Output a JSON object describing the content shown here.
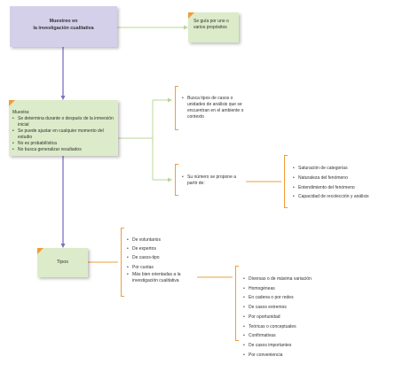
{
  "diagram": {
    "title": "Muestreo en\nla investigación cualitativa",
    "guia": "Se guía por uno o\nvarios propósitos",
    "muestra": {
      "heading": "Muestra:",
      "items": [
        "Se determina durante o después de la inmersión inicial",
        "Se puede ajustar en cualquier momento del estudio",
        "No es probabilística",
        "No busca generalizar resultados"
      ]
    },
    "busca": "Busca tipos de casos o unidades de análisis que se encuentran en el ambiente o contexto",
    "numero": "Su número se propone a partir de:",
    "capacidad_items": [
      "Saturación de categorías",
      "Naturaleza del fenómeno",
      "Entendimiento del fenómeno",
      "Capacidad de recolección y análisis"
    ],
    "tipos": "Tipos",
    "tipos_items": [
      "De voluntarios",
      "De expertos",
      "De casos-tipo",
      "Por cuotas",
      "Más bien orientadas a la investigación cualitativa"
    ],
    "orientadas_items": [
      "Diversas o de máxima variación",
      "Homogéneas",
      "En cadena o por redes",
      "De casos extremos",
      "Por oportunidad",
      "Teóricas o conceptuales",
      "Confirmativas",
      "De casos importantes",
      "Por conveniencia"
    ],
    "colors": {
      "accent": "#f29c38",
      "purple_box": "#d4d0ea",
      "green_box": "#dcebc9",
      "purple_line": "#7e6fbf",
      "green_line": "#b9d797"
    }
  }
}
